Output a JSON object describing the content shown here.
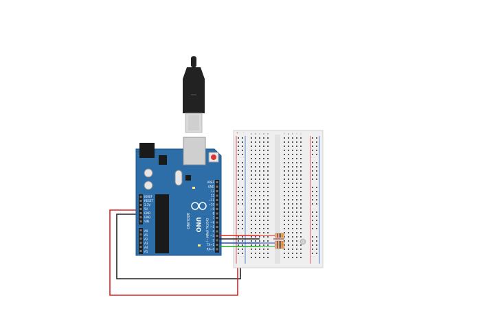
{
  "board": {
    "brand_text": "ARDUINO",
    "model_text": "UNO",
    "digital_label": "DIGITAL (PWM ~)",
    "power_header_labels": [
      "IOREF",
      "RESET",
      "3.3V",
      "5V",
      "GND",
      "GND",
      "VIN"
    ],
    "analog_header_labels": [
      "A0",
      "A1",
      "A2",
      "A3",
      "A4",
      "A5"
    ],
    "digital_header_labels": [
      "AREF",
      "GND",
      "13",
      "12",
      "~11",
      "~10",
      "~9",
      "8",
      "7",
      "~6",
      "~5",
      "4",
      "~3",
      "2",
      "TX→1",
      "RX←0"
    ],
    "colors": {
      "pcb": "#2d6ea8",
      "pcb_edge": "#1f5588",
      "header": "#222222",
      "chip": "#1a1a1a"
    }
  },
  "breadboard": {
    "column_letters": [
      "a",
      "b",
      "c",
      "d",
      "e",
      "f",
      "g",
      "h",
      "i",
      "j"
    ],
    "rail_plus": "+",
    "rail_minus": "-",
    "colors": {
      "body": "#efefef",
      "hole": "#555555",
      "rail_red": "#d33",
      "rail_blue": "#36c"
    }
  },
  "wires": {
    "colors": {
      "red": "#d22",
      "black": "#222",
      "green": "#2a2",
      "blue": "#24c",
      "orange": "#e70"
    }
  },
  "usb": {
    "colors": {
      "plug": "#222222",
      "metal": "#d9d9d9"
    }
  }
}
